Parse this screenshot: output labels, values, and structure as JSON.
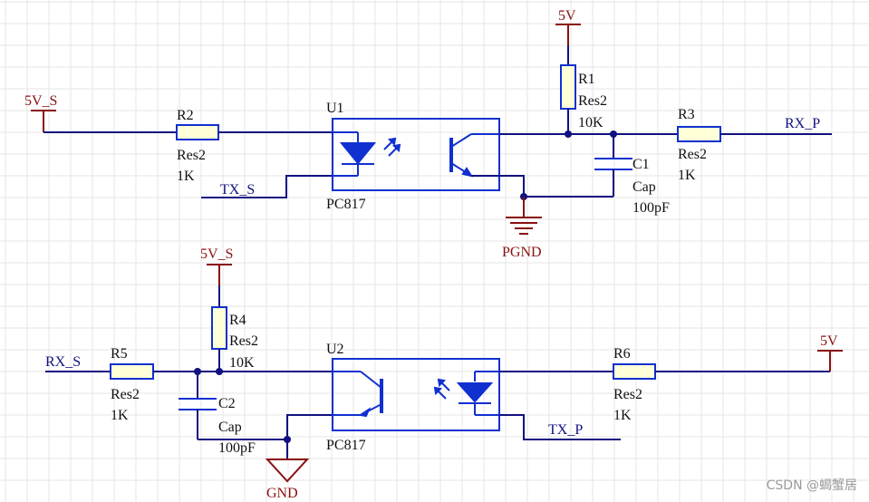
{
  "circuit_top": {
    "power_5v_s": "5V_S",
    "power_5v": "5V",
    "r2": {
      "designator": "R2",
      "type": "Res2",
      "value": "1K"
    },
    "r1": {
      "designator": "R1",
      "type": "Res2",
      "value": "10K"
    },
    "r3": {
      "designator": "R3",
      "type": "Res2",
      "value": "1K"
    },
    "c1": {
      "designator": "C1",
      "type": "Cap",
      "value": "100pF"
    },
    "u1": {
      "designator": "U1",
      "part": "PC817"
    },
    "net_tx_s": "TX_S",
    "net_rx_p": "RX_P",
    "ground": "PGND"
  },
  "circuit_bottom": {
    "power_5v_s": "5V_S",
    "power_5v": "5V",
    "r4": {
      "designator": "R4",
      "type": "Res2",
      "value": "10K"
    },
    "r5": {
      "designator": "R5",
      "type": "Res2",
      "value": "1K"
    },
    "r6": {
      "designator": "R6",
      "type": "Res2",
      "value": "1K"
    },
    "c2": {
      "designator": "C2",
      "type": "Cap",
      "value": "100pF"
    },
    "u2": {
      "designator": "U2",
      "part": "PC817"
    },
    "net_rx_s": "RX_S",
    "net_tx_p": "TX_P",
    "ground": "GND"
  },
  "watermark": "CSDN @蝎蟹居",
  "colors": {
    "wire": "#101080",
    "power": "#8a1010",
    "component": "#1030d0",
    "resistor_fill": "#ffffd8",
    "grid": "#e6e6e6"
  }
}
